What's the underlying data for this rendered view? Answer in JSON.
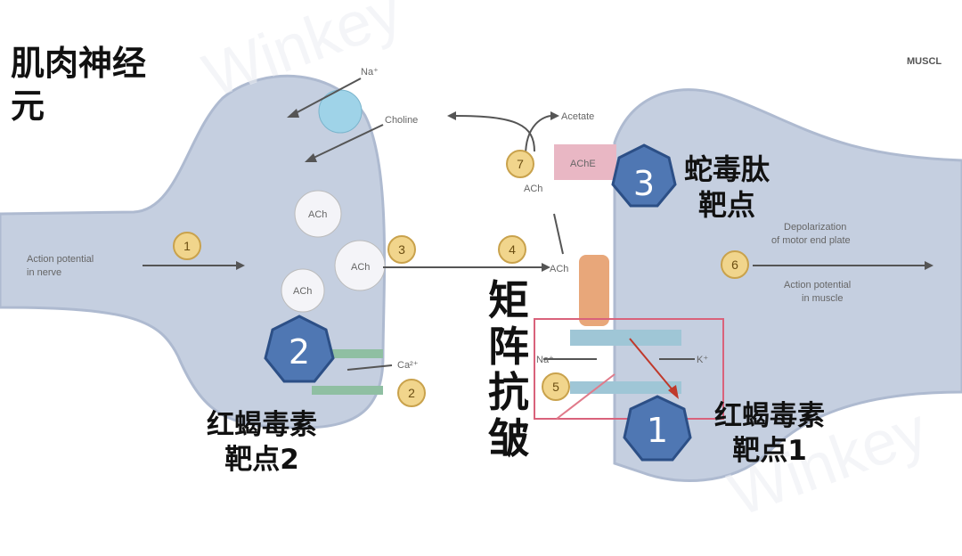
{
  "header": {
    "corner_text": "MUSCL"
  },
  "diagram": {
    "ion_na": "Na⁺",
    "choline": "Choline",
    "acetate": "Acetate",
    "ache": "AChE",
    "ach": "ACh",
    "ca": "Ca²⁺",
    "k": "K⁺",
    "na_inner": "Na⁺",
    "action_nerve_1": "Action potential",
    "action_nerve_2": "in nerve",
    "depol_1": "Depolarization",
    "depol_2": "of motor end plate",
    "action_muscle_1": "Action potential",
    "action_muscle_2": "in muscle",
    "steps": [
      "1",
      "2",
      "3",
      "4",
      "5",
      "6",
      "7"
    ],
    "watermark": "Winkey"
  },
  "labels": {
    "neuron": "肌肉神经元",
    "neuron_line1": "肌肉神经",
    "neuron_line2": "元",
    "snake_target_1": "蛇毒肽",
    "snake_target_2": "靶点",
    "scorpion_t2_1": "红蝎毒素",
    "scorpion_t2_2": "靶点2",
    "scorpion_t1_1": "红蝎毒素",
    "scorpion_t1_2": "靶点1",
    "matrix_wave": [
      "矩",
      "阵",
      "抗",
      "皱"
    ]
  },
  "markers": [
    {
      "num": "3"
    },
    {
      "num": "2"
    },
    {
      "num": "1"
    }
  ],
  "colors": {
    "neuron_fill": "#c5cfe0",
    "neuron_edge": "#aebad0",
    "marker_fill": "#4f77b3",
    "marker_edge": "#2c4f86",
    "step_fill": "#f1d58c",
    "step_edge": "#c9a24c",
    "box": "#d9627b",
    "arrow_red": "#c0392b"
  }
}
